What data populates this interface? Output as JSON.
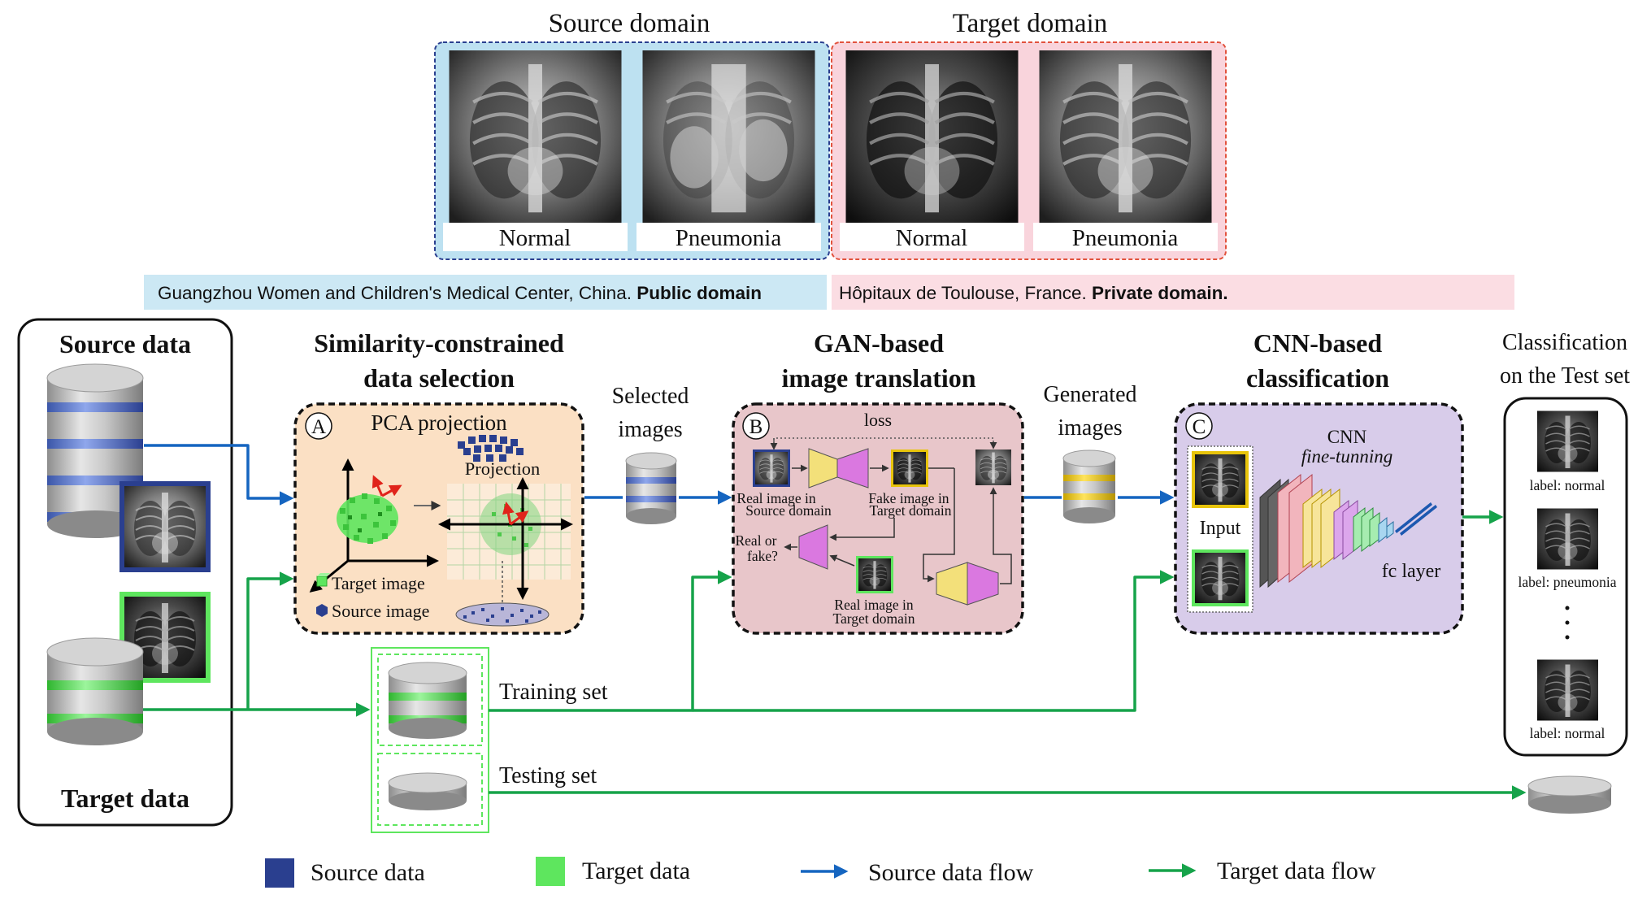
{
  "header": {
    "source_domain_title": "Source domain",
    "target_domain_title": "Target domain",
    "source_normal_label": "Normal",
    "source_pneumonia_label": "Pneumonia",
    "target_normal_label": "Normal",
    "target_pneumonia_label": "Pneumonia",
    "source_institution": "Guangzhou Women and Children's Medical Center, China.",
    "source_availability": "Public domain",
    "target_institution": "Hôpitaux de Toulouse, France.",
    "target_availability": "Private domain."
  },
  "data_panel": {
    "source_title": "Source data",
    "target_title": "Target data"
  },
  "stage_a": {
    "title_line1": "Similarity-constrained",
    "title_line2": "data selection",
    "badge": "A",
    "pca_label": "PCA projection",
    "projection_label": "Projection",
    "target_image_label": "Target image",
    "source_image_label": "Source image"
  },
  "stage_b": {
    "title_line1": "GAN-based",
    "title_line2": "image translation",
    "badge": "B",
    "loss_label": "loss",
    "real_source_line1": "Real image in",
    "real_source_line2": "Source domain",
    "fake_target_line1": "Fake image in",
    "fake_target_line2": "Target domain",
    "real_or_fake_line1": "Real or",
    "real_or_fake_line2": "fake?",
    "real_target_line1": "Real image in",
    "real_target_line2": "Target domain"
  },
  "stage_c": {
    "title_line1": "CNN-based",
    "title_line2": "classification",
    "badge": "C",
    "input_label": "Input",
    "cnn_label": "CNN",
    "finetune_label": "fine-tunning",
    "fc_label": "fc layer"
  },
  "intermediate": {
    "selected_line1": "Selected",
    "selected_line2": "images",
    "generated_line1": "Generated",
    "generated_line2": "images"
  },
  "sets": {
    "training_label": "Training set",
    "testing_label": "Testing set"
  },
  "results": {
    "title_line1": "Classification",
    "title_line2": "on the Test set",
    "label1": "label: normal",
    "label2": "label: pneumonia",
    "label3": "label: normal"
  },
  "legend": {
    "source_data": "Source data",
    "target_data": "Target data",
    "source_flow": "Source data flow",
    "target_flow": "Target data flow"
  },
  "colors": {
    "source_blue": "#2a3f8f",
    "target_green": "#5ee65e",
    "source_flow": "#1565c0",
    "target_flow": "#16a34a",
    "source_domain_bg": "#cce8f4",
    "target_domain_bg": "#fbdde3",
    "stage_a_bg": "#fbe0c4",
    "stage_b_bg": "#e8c6ca",
    "stage_c_bg": "#d8ccea"
  }
}
